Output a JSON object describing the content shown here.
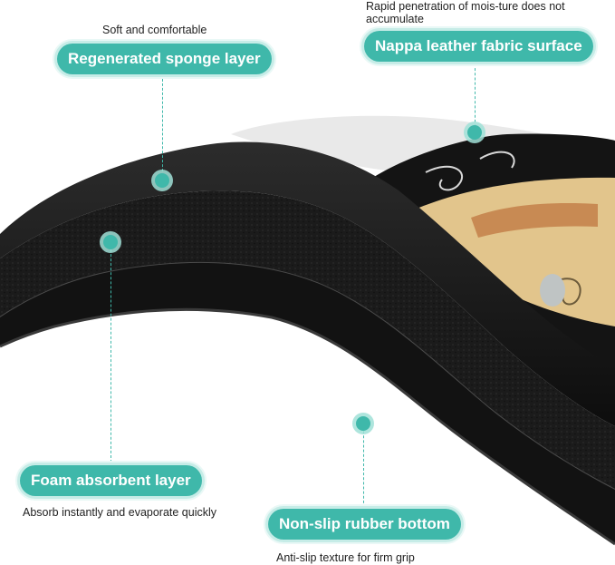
{
  "colors": {
    "accent": "#3fb8aa",
    "mat_black": "#151515",
    "print_gold": "#e2c58c",
    "print_brown": "#c88a53"
  },
  "layers": {
    "sponge": {
      "caption": "Soft and comfortable",
      "label": "Regenerated sponge layer"
    },
    "leather": {
      "caption": "Rapid penetration of mois-ture does not accumulate",
      "label": "Nappa leather fabric surface"
    },
    "foam": {
      "label": "Foam absorbent layer",
      "caption": "Absorb instantly and evaporate quickly"
    },
    "rubber": {
      "label": "Non-slip rubber bottom",
      "caption": "Anti-slip texture for firm grip"
    }
  }
}
